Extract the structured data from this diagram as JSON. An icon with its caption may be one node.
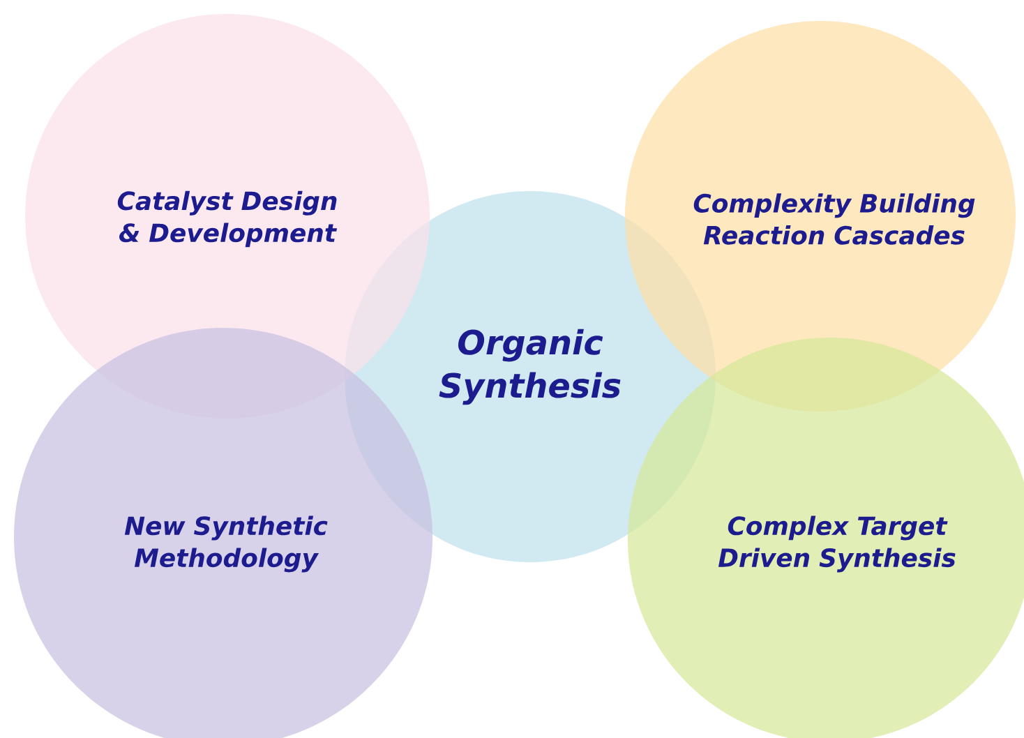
{
  "diagram": {
    "nodes": [
      {
        "text": [
          "Catalyst Design & Development"
        ]
      },
      {
        "text": [
          "Complexity Building Reaction Cascades"
        ]
      },
      {
        "text": [
          "Organic Synthesis"
        ]
      },
      {
        "text": [
          "New Synthetic Methodology"
        ]
      },
      {
        "text": [
          "Complex Target Driven Synthesis"
        ]
      }
    ]
  }
}
